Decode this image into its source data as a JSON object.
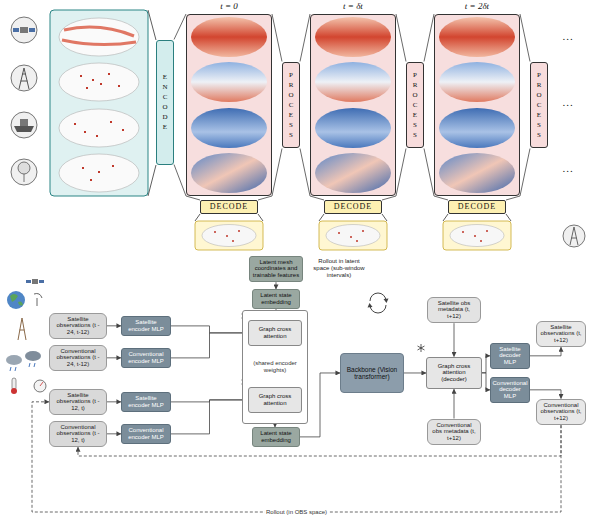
{
  "diagram": {
    "nodes": [
      {
        "text": [
          "ENCODE"
        ]
      },
      {
        "text": [
          "t = 0"
        ]
      },
      {
        "text": [
          "PROCESS"
        ]
      },
      {
        "text": [
          "t = δt"
        ]
      },
      {
        "text": [
          "PROCESS"
        ]
      },
      {
        "text": [
          "t = 2δt"
        ]
      },
      {
        "text": [
          "PROCESS"
        ]
      },
      {
        "text": [
          "DECODE"
        ]
      },
      {
        "text": [
          "DECODE"
        ]
      },
      {
        "text": [
          "DECODE"
        ]
      },
      {
        "text": [
          "Latent mesh coordinates and trainable features"
        ]
      },
      {
        "text": [
          "Latent state embedding"
        ]
      },
      {
        "text": [
          "Satellite observations (t - 24, t-12)"
        ]
      },
      {
        "text": [
          "Satellite encoder MLP"
        ]
      },
      {
        "text": [
          "Conventional observations (t - 24, t-12)"
        ]
      },
      {
        "text": [
          "Conventional encoder MLP"
        ]
      },
      {
        "text": [
          "(shared encoder weights)"
        ]
      },
      {
        "text": [
          "Graph cross attention"
        ],
        "in": 16
      },
      {
        "text": [
          "Graph cross attention"
        ],
        "in": 16
      },
      {
        "text": [
          "Satellite observations (t - 12, t)"
        ]
      },
      {
        "text": [
          "Satellite encoder MLP"
        ]
      },
      {
        "text": [
          "Conventional observations (t - 12, t)"
        ]
      },
      {
        "text": [
          "Conventional encoder MLP"
        ]
      },
      {
        "text": [
          "Latent state embedding"
        ]
      },
      {
        "text": [
          "Backbone (Vision transformer)"
        ]
      },
      {
        "text": [
          "Satellite obs metadata (t, t+12)"
        ]
      },
      {
        "text": [
          "Graph cross attention (decoder)"
        ]
      },
      {
        "text": [
          "Conventional obs metadata (t, t+12)"
        ]
      },
      {
        "text": [
          "Satellite decoder MLP"
        ]
      },
      {
        "text": [
          "Conventional decoder MLP"
        ]
      },
      {
        "text": [
          "Satellite observations (t, t+12)"
        ]
      },
      {
        "text": [
          "Conventional observations (t, t+12)"
        ]
      }
    ],
    "edges": [
      {
        "from": 0,
        "to": 1,
        "arrow": "none"
      },
      {
        "from": 1,
        "to": 2,
        "arrow": "none"
      },
      {
        "from": 2,
        "to": 3,
        "arrow": "none"
      },
      {
        "from": 3,
        "to": 4,
        "arrow": "none"
      },
      {
        "from": 4,
        "to": 5,
        "arrow": "none"
      },
      {
        "from": 5,
        "to": 6,
        "arrow": "none"
      },
      {
        "from": 1,
        "to": 7,
        "arrow": "none"
      },
      {
        "from": 3,
        "to": 8,
        "arrow": "none"
      },
      {
        "from": 5,
        "to": 9,
        "arrow": "none"
      },
      {
        "from": 10,
        "to": 11,
        "arrow": "to"
      },
      {
        "from": 11,
        "to": 17,
        "arrow": "to"
      },
      {
        "from": 12,
        "to": 13,
        "arrow": "to"
      },
      {
        "from": 13,
        "to": 17,
        "arrow": "to"
      },
      {
        "from": 14,
        "to": 15,
        "arrow": "to"
      },
      {
        "from": 15,
        "to": 17,
        "arrow": "to"
      },
      {
        "from": 19,
        "to": 20,
        "arrow": "to"
      },
      {
        "from": 20,
        "to": 18,
        "arrow": "to"
      },
      {
        "from": 21,
        "to": 22,
        "arrow": "to"
      },
      {
        "from": 22,
        "to": 18,
        "arrow": "to"
      },
      {
        "from": 18,
        "to": 23,
        "arrow": "to"
      },
      {
        "from": 23,
        "to": 24,
        "arrow": "to"
      },
      {
        "from": 24,
        "to": 26,
        "arrow": "to"
      },
      {
        "from": 25,
        "to": 26,
        "arrow": "to"
      },
      {
        "from": 27,
        "to": 26,
        "arrow": "to"
      },
      {
        "from": 26,
        "to": 28,
        "arrow": "to"
      },
      {
        "from": 26,
        "to": 29,
        "arrow": "to"
      },
      {
        "from": 28,
        "to": 30,
        "arrow": "to"
      },
      {
        "from": 29,
        "to": 31,
        "arrow": "to"
      },
      {
        "from": 31,
        "to": 21,
        "arrow": "to"
      },
      {
        "from": 31,
        "to": 19,
        "label": "Rollout (in OBS space)",
        "arrow": "to"
      }
    ],
    "labels": [
      "...",
      "...",
      "...",
      "Rollout in latent space (sub-window intervals)"
    ]
  }
}
